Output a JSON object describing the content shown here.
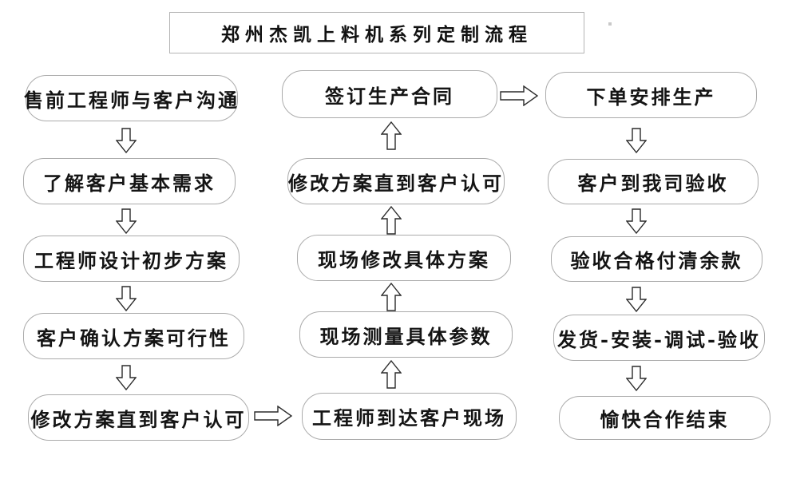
{
  "title": "郑州杰凯上料机系列定制流程",
  "columns": {
    "left": [
      "售前工程师与客户沟通",
      "了解客户基本需求",
      "工程师设计初步方案",
      "客户确认方案可行性",
      "修改方案直到客户认可"
    ],
    "middle": [
      "签订生产合同",
      "修改方案直到客户认可",
      "现场修改具体方案",
      "现场测量具体参数",
      "工程师到达客户现场"
    ],
    "right": [
      "下单安排生产",
      "客户到我司验收",
      "验收合格付清余款",
      "发货-安装-调试-验收",
      "愉快合作结束"
    ]
  },
  "icons": {
    "down_arrow": "hollow-down-block-arrow",
    "up_arrow": "hollow-up-block-arrow",
    "right_arrow": "hollow-right-block-arrow"
  },
  "colors": {
    "background": "#ffffff",
    "box_border": "#ababab",
    "title_border": "#b4b4b4",
    "text": "#141414",
    "arrow_outline": "#2b2b2b"
  }
}
